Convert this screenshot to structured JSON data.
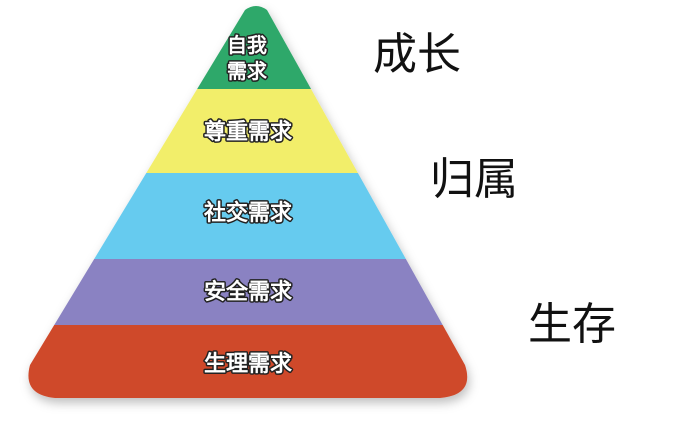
{
  "pyramid": {
    "levels": [
      {
        "lines": [
          "自我",
          "需求"
        ],
        "color": "#2fa86a"
      },
      {
        "lines": [
          "尊重需求"
        ],
        "color": "#f2ee6a"
      },
      {
        "lines": [
          "社交需求"
        ],
        "color": "#66cbef"
      },
      {
        "lines": [
          "安全需求"
        ],
        "color": "#8a82c2"
      },
      {
        "lines": [
          "生理需求"
        ],
        "color": "#cf4a2c"
      }
    ]
  },
  "side_labels": {
    "growth": "成长",
    "belonging": "归属",
    "survival": "生存"
  }
}
